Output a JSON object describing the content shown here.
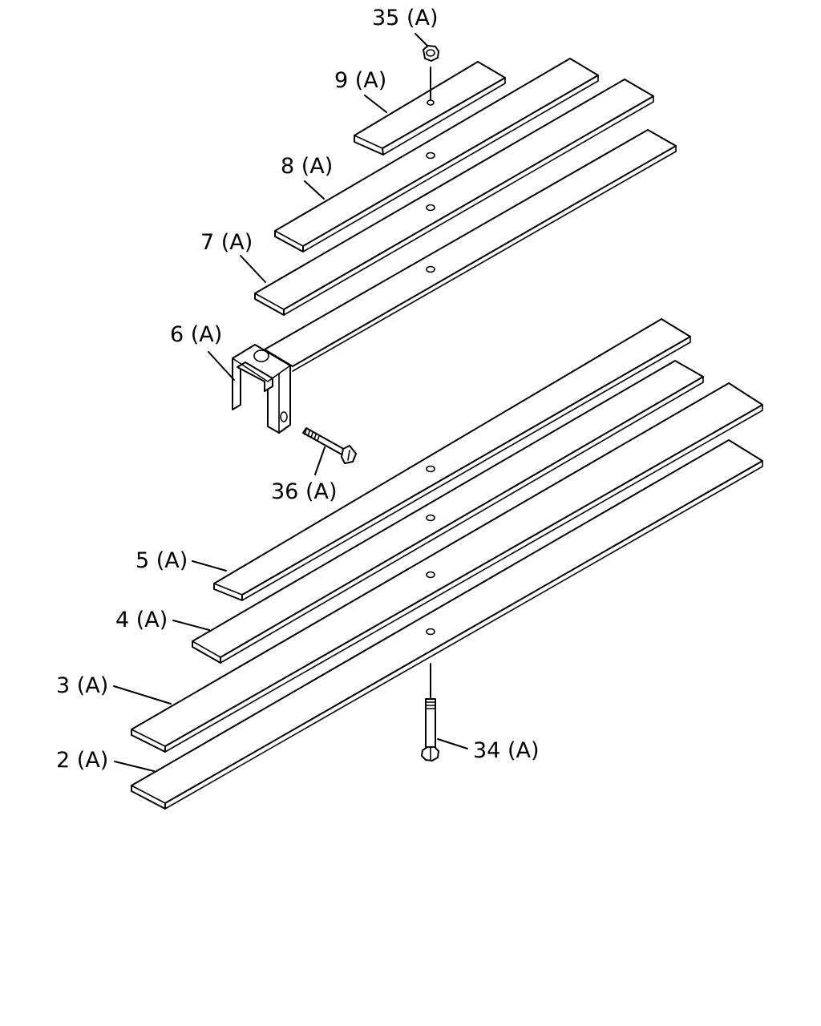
{
  "diagram": {
    "callouts": [
      {
        "id": "35",
        "label": "35 (A)"
      },
      {
        "id": "9",
        "label": "9 (A)"
      },
      {
        "id": "8",
        "label": "8 (A)"
      },
      {
        "id": "7",
        "label": "7 (A)"
      },
      {
        "id": "6",
        "label": "6 (A)"
      },
      {
        "id": "36",
        "label": "36 (A)"
      },
      {
        "id": "5",
        "label": "5 (A)"
      },
      {
        "id": "4",
        "label": "4 (A)"
      },
      {
        "id": "3",
        "label": "3 (A)"
      },
      {
        "id": "2",
        "label": "2 (A)"
      },
      {
        "id": "34",
        "label": "34 (A)"
      }
    ]
  }
}
